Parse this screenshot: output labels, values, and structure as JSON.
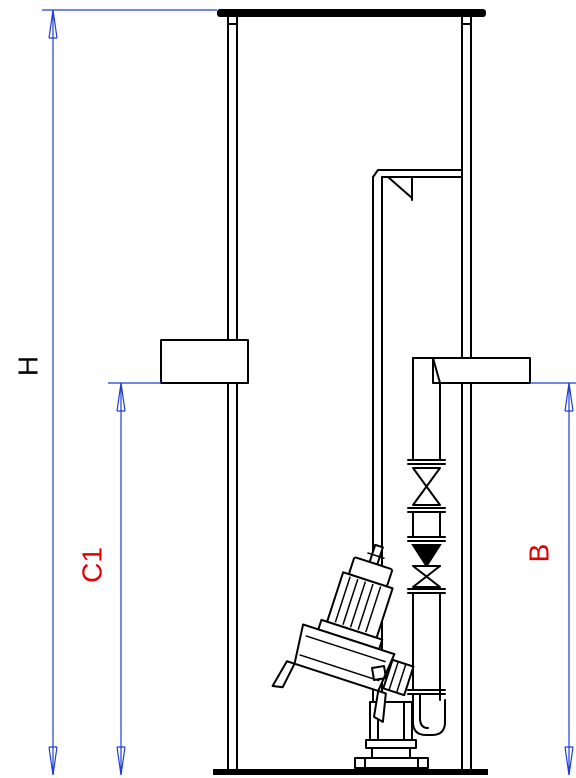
{
  "dimensions": {
    "H": {
      "label": "H",
      "color": "#000000"
    },
    "C1": {
      "label": "C1",
      "color": "#e00000"
    },
    "B": {
      "label": "B",
      "color": "#e00000"
    }
  },
  "colors": {
    "dimension_line": "#1f3fd6",
    "outline": "#000000",
    "background": "#ffffff"
  }
}
